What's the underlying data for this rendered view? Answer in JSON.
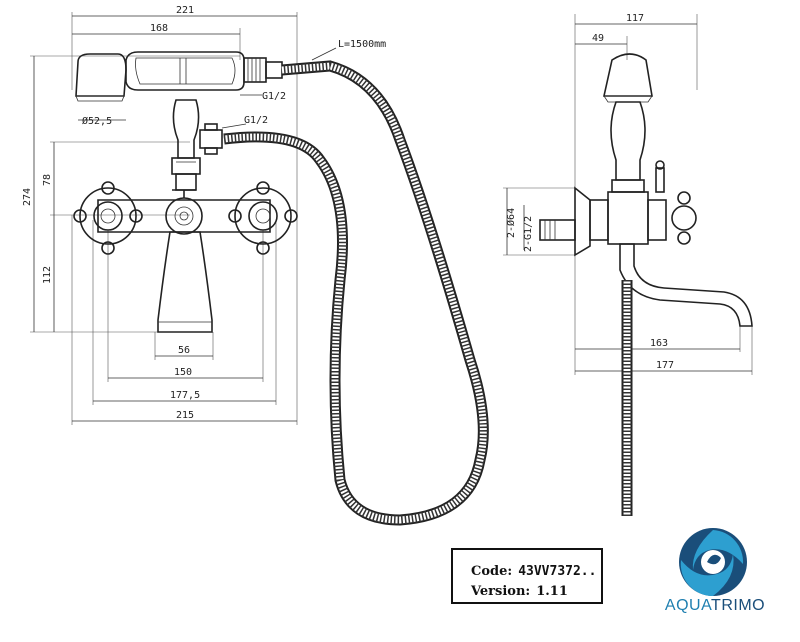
{
  "drawing": {
    "dimensions": {
      "overall_width": "221",
      "handset_width": "168",
      "hose_length": "L=1500mm",
      "thread_handset": "G1/2",
      "thread_hose": "G1/2",
      "shower_head_diameter": "Ø52,5",
      "overall_height": "274",
      "height_upper": "78",
      "height_lower": "112",
      "base_width": "56",
      "centers": "150",
      "width_177_5": "177,5",
      "width_215": "215",
      "side_depth": "117",
      "side_top": "49",
      "side_diameter": "2-Ø64",
      "side_thread": "2-G1/2",
      "spout_reach": "163",
      "spout_total": "177"
    }
  },
  "info": {
    "code_label": "Code:",
    "code_value": "43VV7372..",
    "version_label": "Version:",
    "version_value": "1.11"
  },
  "brand": {
    "name_part1": "AQUA",
    "name_part2": "TRIMO",
    "colors": {
      "light": "#2d9fd0",
      "dark": "#1a4e7a"
    }
  }
}
